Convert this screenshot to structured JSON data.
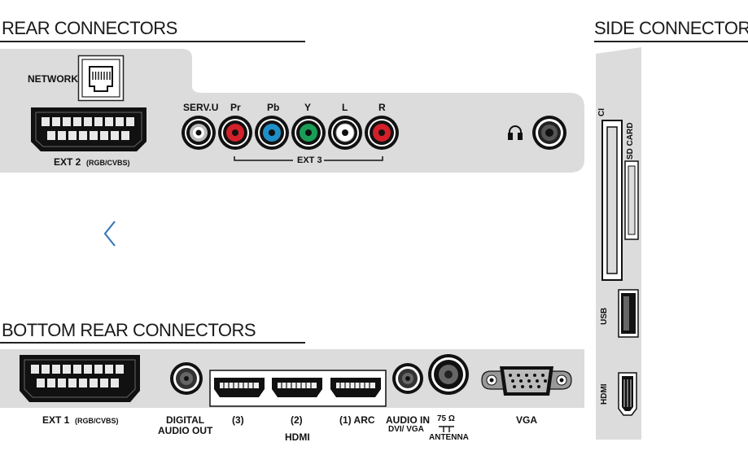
{
  "sections": {
    "rear_title": "REAR CONNECTORS",
    "side_title": "SIDE CONNECTORS",
    "bottom_title": "BOTTOM REAR CONNECTORS"
  },
  "rear": {
    "network": "NETWORK",
    "ext2": "EXT 2",
    "ext2_sub": "(RGB/CVBS)",
    "servu": "SERV.U",
    "pr": "Pr",
    "pb": "Pb",
    "y": "Y",
    "l": "L",
    "r": "R",
    "ext3": "EXT 3"
  },
  "side": {
    "ci": "CI",
    "sdcard": "SD CARD",
    "usb": "USB",
    "hdmi": "HDMI"
  },
  "bottom": {
    "ext1": "EXT 1",
    "ext1_sub": "(RGB/CVBS)",
    "digital": "DIGITAL",
    "audio_out": "AUDIO OUT",
    "hdmi3": "(3)",
    "hdmi2": "(2)",
    "hdmi1": "(1) ARC",
    "hdmi": "HDMI",
    "audio_in": "AUDIO IN",
    "dvi_vga": "DVI/ VGA",
    "ohm": "75 Ω",
    "antenna": "ANTENNA",
    "vga": "VGA"
  },
  "colors": {
    "panel": "#dcdcdc",
    "rca_red": "#d3202a",
    "rca_blue": "#1f8fc9",
    "rca_green": "#1a9e57",
    "rca_white": "#ffffff",
    "nav_arrow": "#3a7ab8"
  },
  "icons": {
    "prev": "chevron-left-icon",
    "headphone": "headphone-icon"
  }
}
